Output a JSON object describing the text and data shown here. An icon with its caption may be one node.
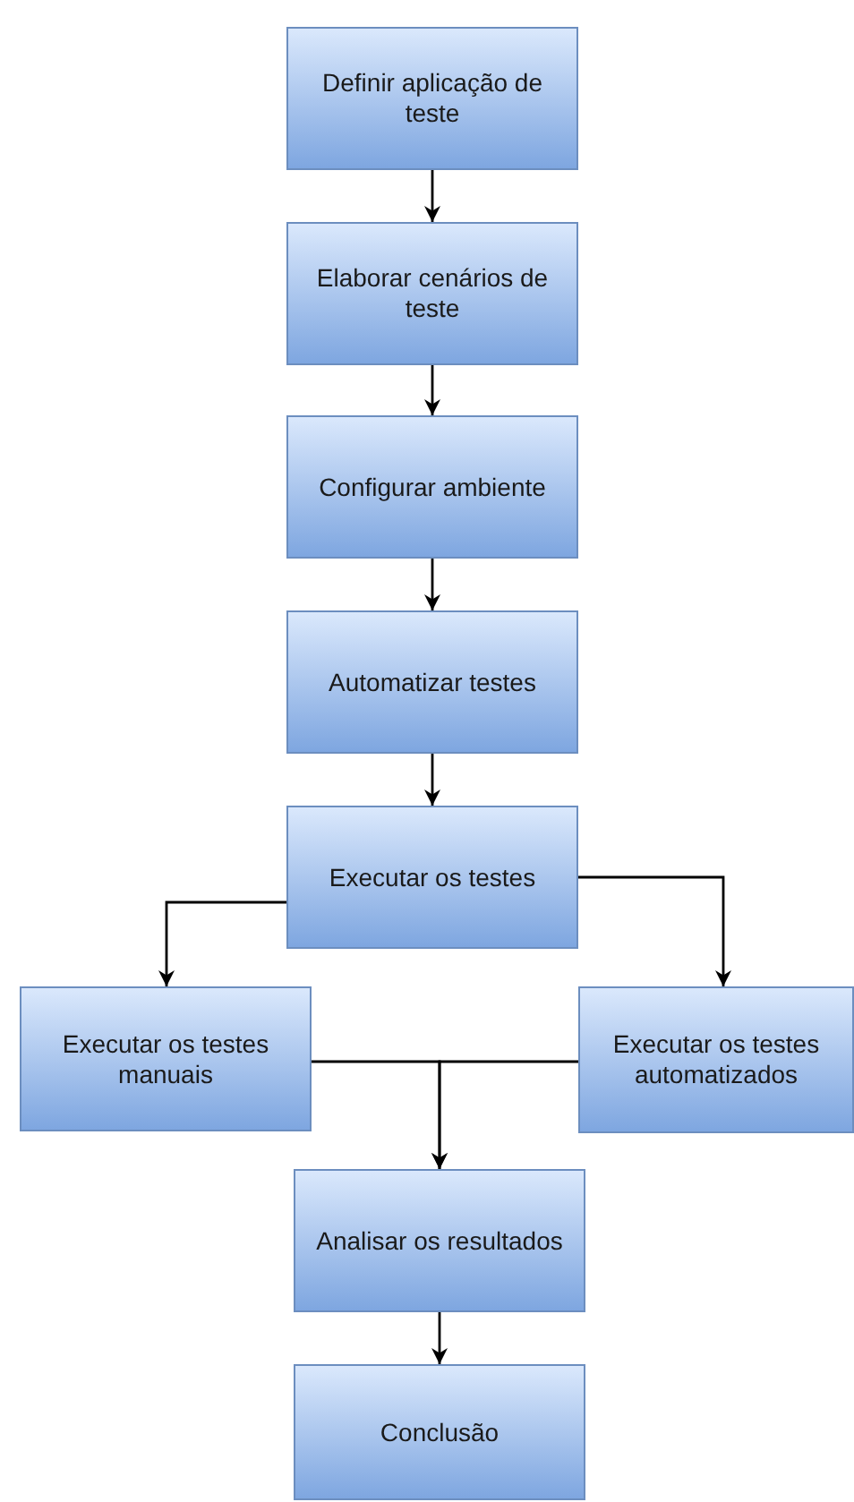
{
  "diagram": {
    "nodes": [
      {
        "text": [
          "Definir aplicação de teste"
        ]
      },
      {
        "text": [
          "Elaborar cenários de teste"
        ]
      },
      {
        "text": [
          "Configurar ambiente"
        ]
      },
      {
        "text": [
          "Automatizar testes"
        ]
      },
      {
        "text": [
          "Executar os testes"
        ]
      },
      {
        "text": [
          "Executar os testes manuais"
        ]
      },
      {
        "text": [
          "Executar os testes automatizados"
        ]
      },
      {
        "text": [
          "Analisar os resultados"
        ]
      },
      {
        "text": [
          "Conclusão"
        ]
      }
    ],
    "edges": [
      {
        "from": 0,
        "to": 1,
        "arrow": "to"
      },
      {
        "from": 1,
        "to": 2,
        "arrow": "to"
      },
      {
        "from": 2,
        "to": 3,
        "arrow": "to"
      },
      {
        "from": 3,
        "to": 4,
        "arrow": "to"
      },
      {
        "from": 4,
        "to": 5,
        "arrow": "to"
      },
      {
        "from": 4,
        "to": 6,
        "arrow": "to"
      },
      {
        "from": 5,
        "to": 7,
        "arrow": "to"
      },
      {
        "from": 6,
        "to": 7,
        "arrow": "to"
      },
      {
        "from": 7,
        "to": 8,
        "arrow": "to"
      }
    ]
  }
}
